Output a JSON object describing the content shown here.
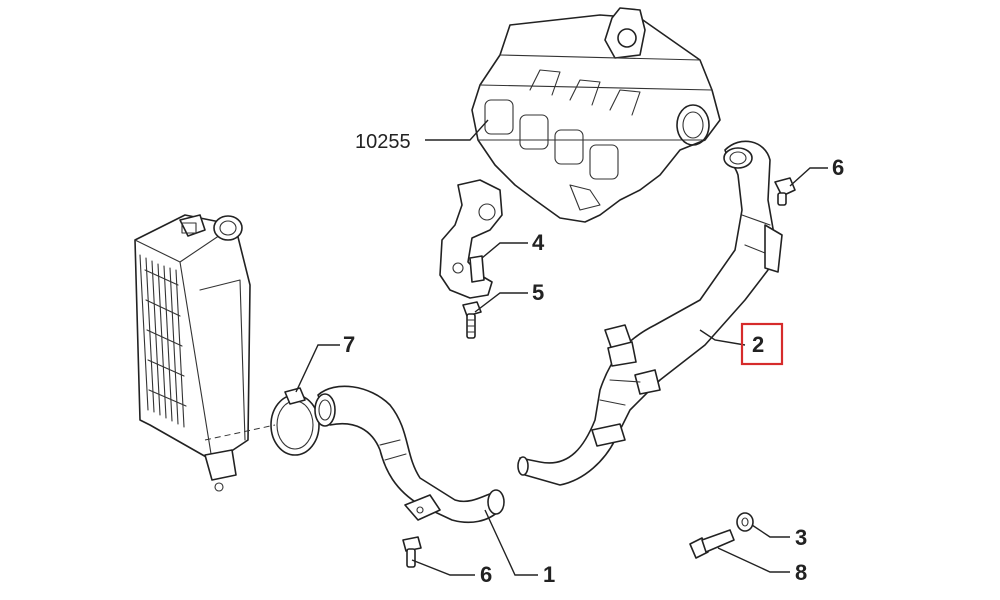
{
  "diagram": {
    "callouts": {
      "manifold": "10255",
      "bracket": "4",
      "bracket_bolt": "5",
      "bolt_right": "6",
      "bolt_bottom": "6",
      "clamp": "7",
      "hose_left": "1",
      "hose_right": "2",
      "washer": "3",
      "bolt_long": "8"
    },
    "highlighted_part": "2",
    "highlight_color": "#d62b2b"
  }
}
